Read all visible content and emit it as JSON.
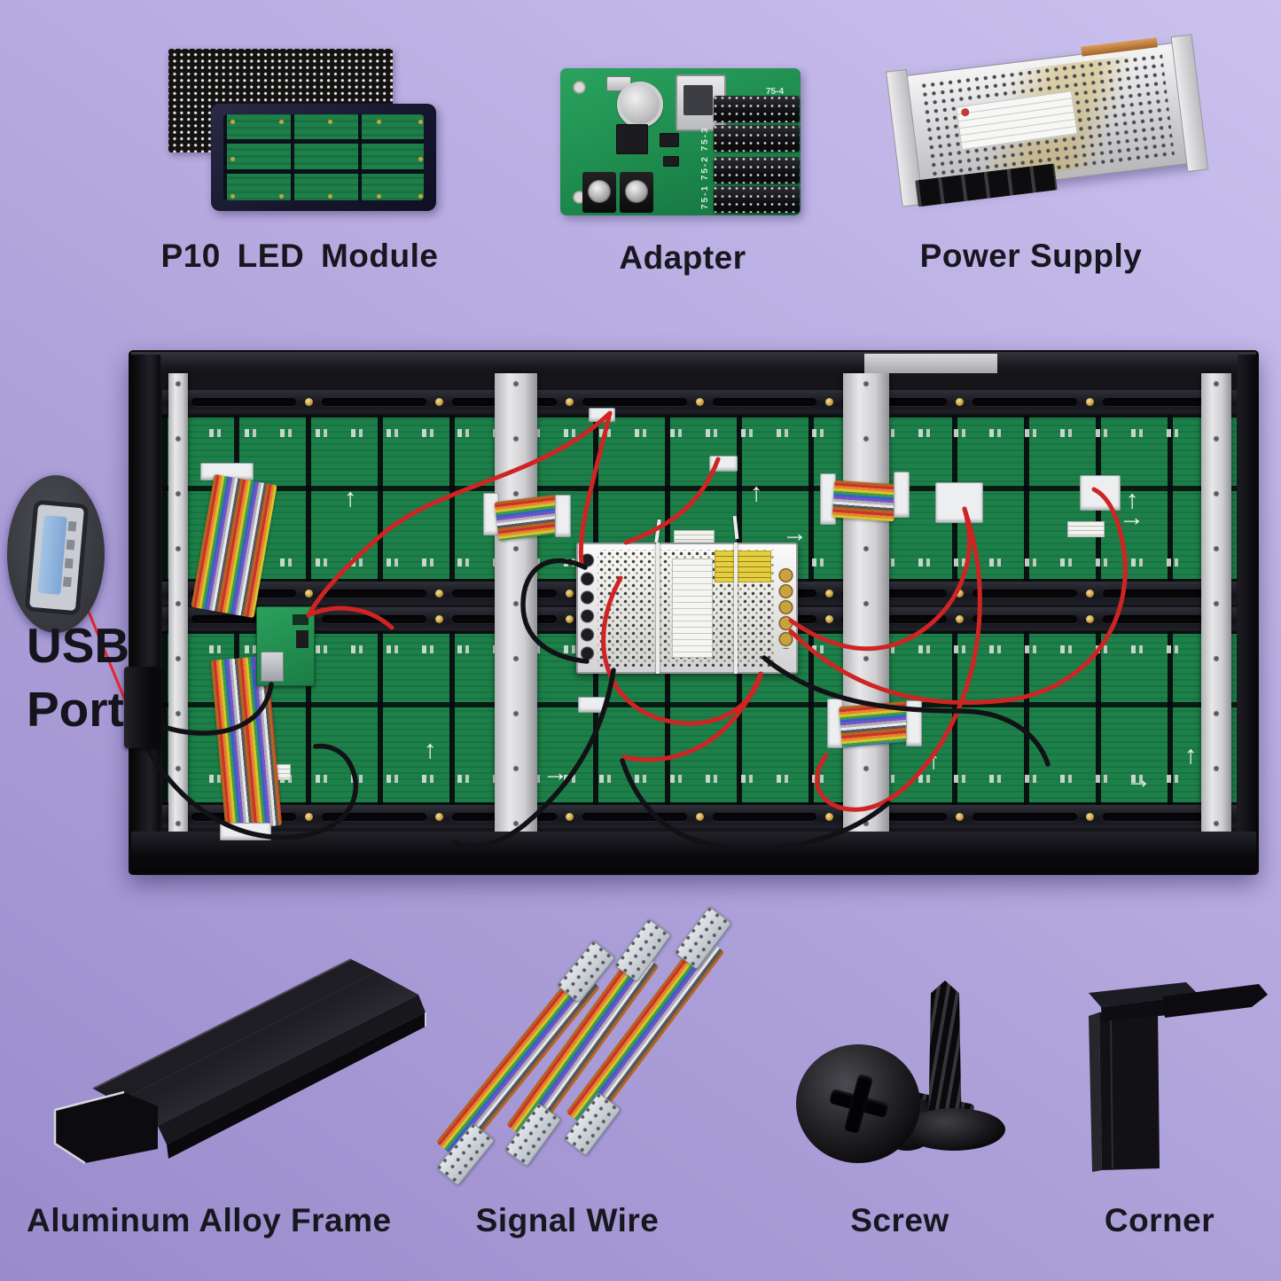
{
  "background": {
    "top_right": "#cbc1ee",
    "bottom_left": "#9a8ccc"
  },
  "text_color": "#17171f",
  "parts": {
    "p10_led_module": {
      "label": "P10 LED Module"
    },
    "adapter": {
      "label": "Adapter",
      "silk_75_4": "75-4",
      "silk_75_col": "75-1 75-2 75-3"
    },
    "power_supply": {
      "label": "Power Supply"
    },
    "usb_port": {
      "label_line1": "USB",
      "label_line2": "Port"
    },
    "aluminum_frame": {
      "label": "Aluminum Alloy Frame"
    },
    "signal_wire": {
      "label": "Signal Wire"
    },
    "screw": {
      "label": "Screw"
    },
    "corner": {
      "label": "Corner"
    }
  },
  "glyphs": {
    "arrow_up": "↑",
    "arrow_right": "→"
  },
  "colors": {
    "pcb_green": "#1e8049",
    "wire_red": "#cf2424",
    "wire_black": "#121216",
    "pointer_red": "#e02828",
    "usb_blue": "#7ea6d4",
    "gold_screw": "#c9a23f",
    "aluminum_silver": "#d8d8da"
  }
}
